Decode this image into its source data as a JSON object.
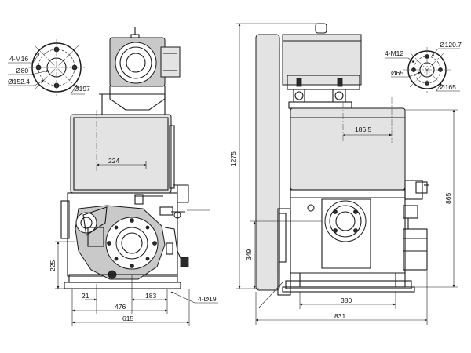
{
  "left_view": {
    "flange_callouts": {
      "holes": "4-M16",
      "bore": "Ø80",
      "pcd": "Ø152.4",
      "od": "Ø197"
    },
    "dims": {
      "d224": "224",
      "d225": "225",
      "d21": "21",
      "d183": "183",
      "d476": "476",
      "d615": "615",
      "holes": "4-Ø19"
    }
  },
  "right_view": {
    "flange_callouts": {
      "holes": "4-M12",
      "pcd": "Ø120.7",
      "bore": "Ø65",
      "od": "Ø165"
    },
    "dims": {
      "d1275": "1275",
      "d186_5": "186.5",
      "d865": "865",
      "d349": "349",
      "d380": "380",
      "d831": "831"
    }
  },
  "colors": {
    "line": "#1a1a1a",
    "shade": "#c9c9c9",
    "dark": "#2a2a2a"
  }
}
